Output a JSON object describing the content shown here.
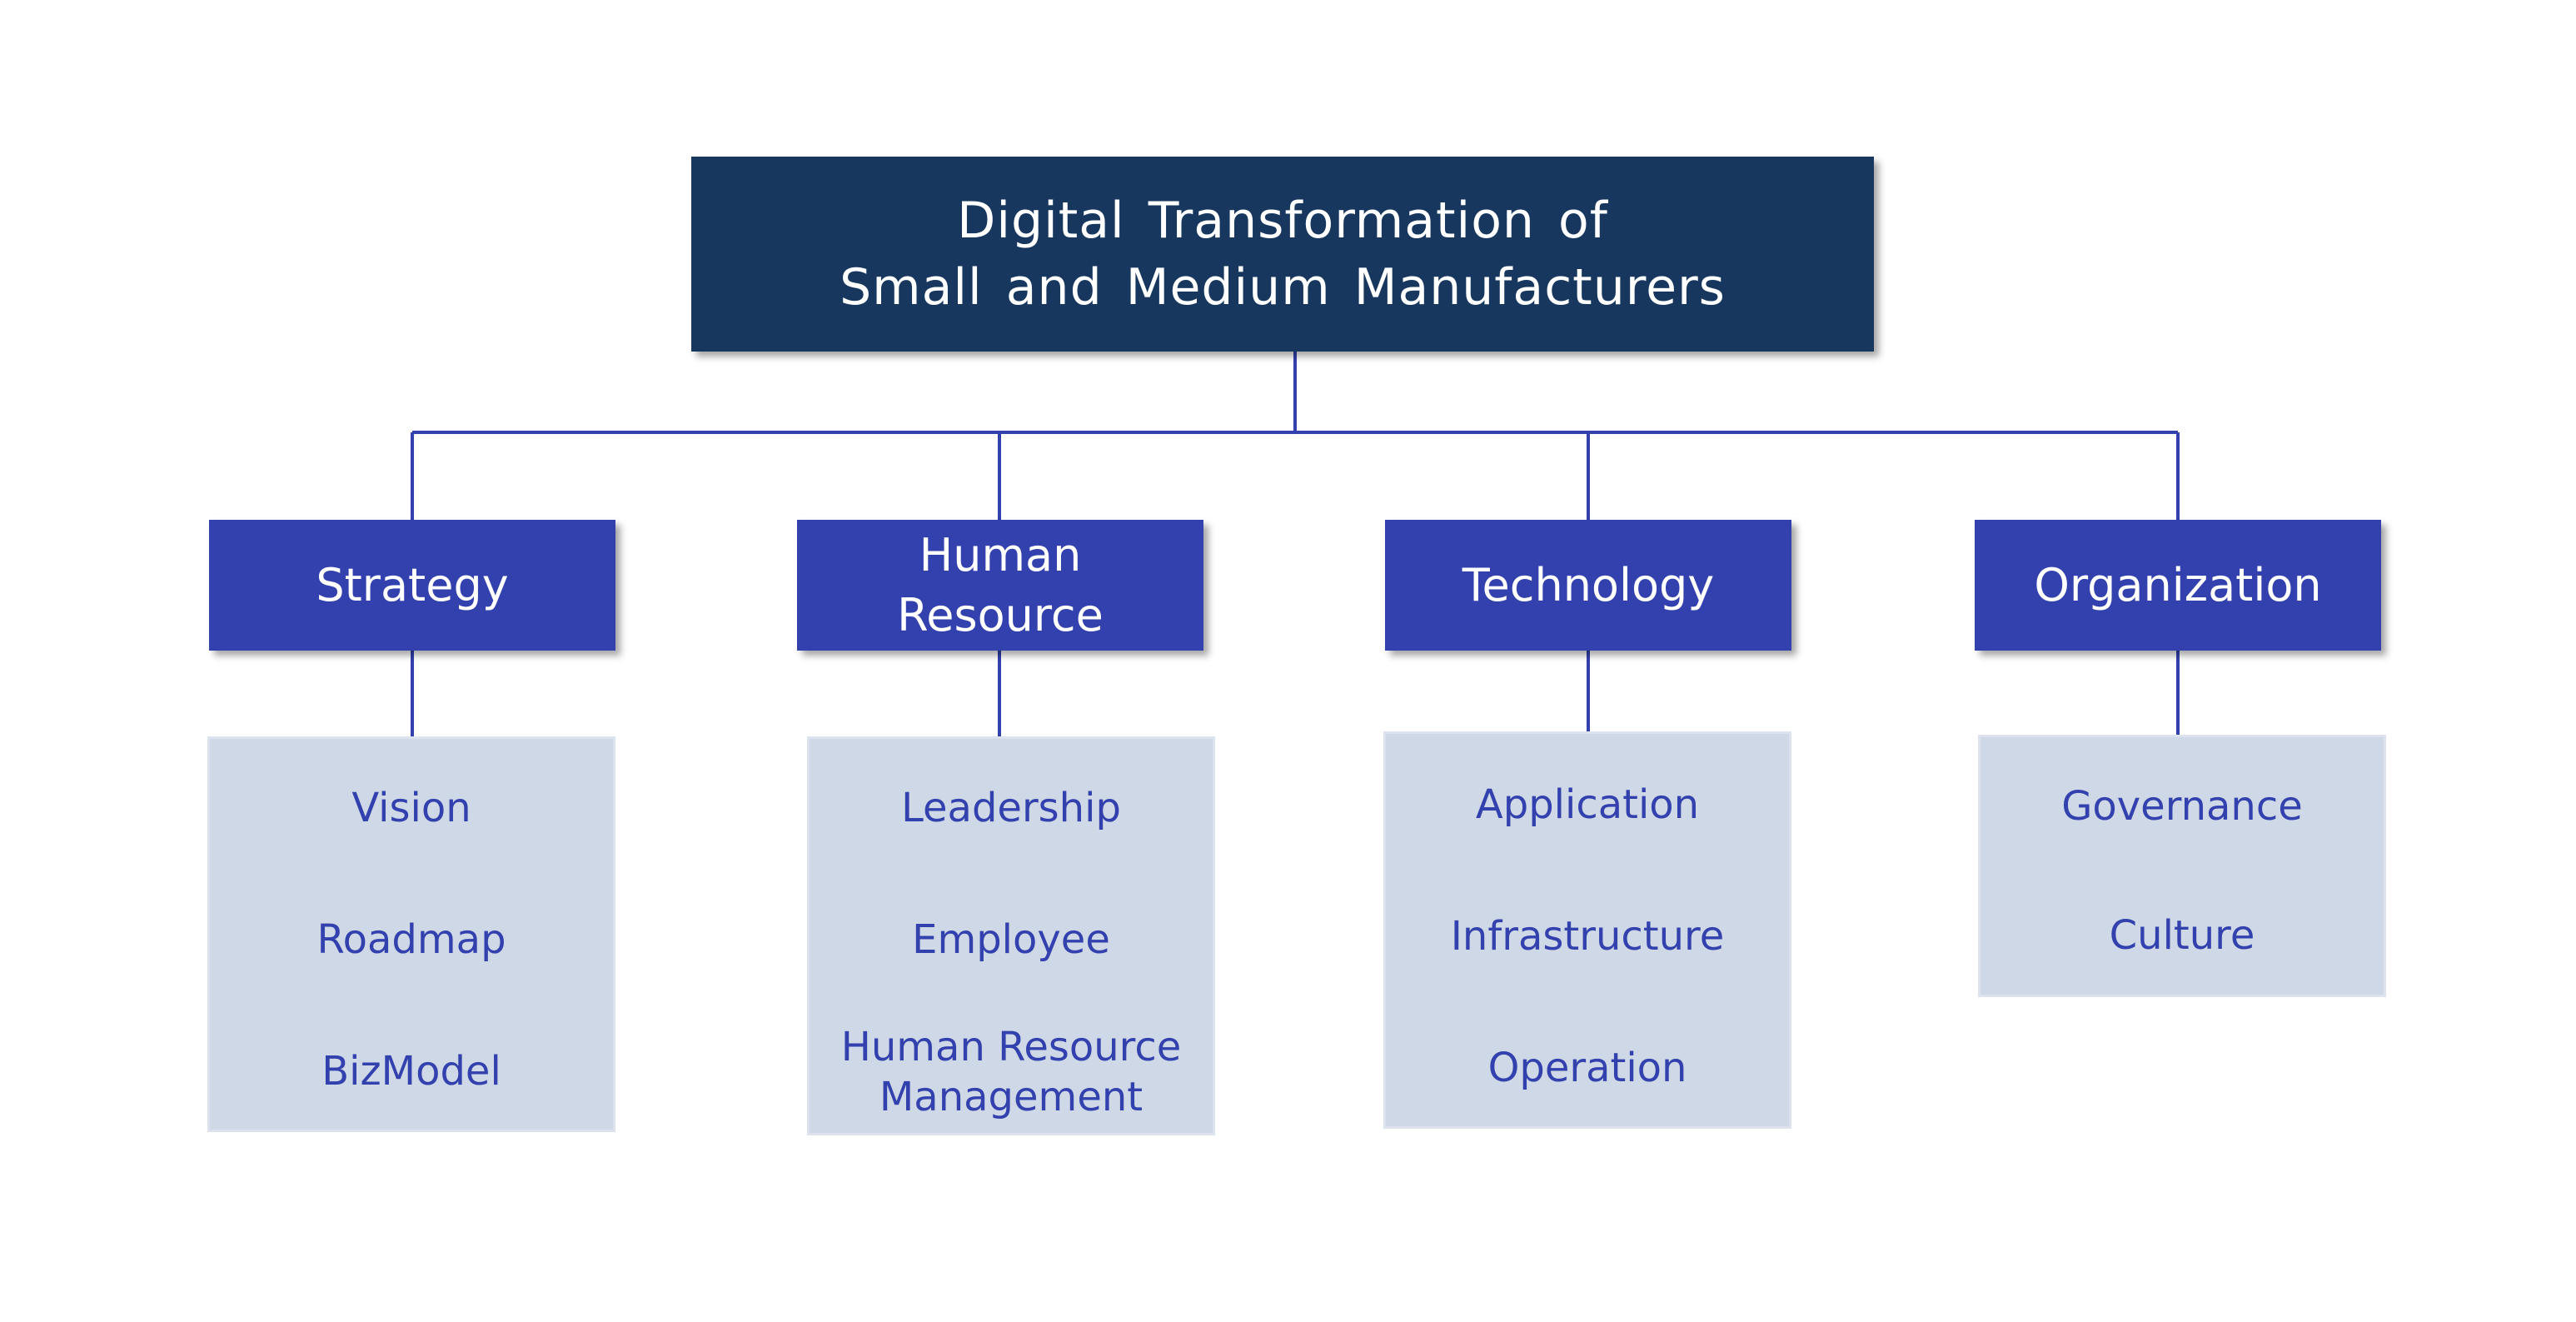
{
  "root": {
    "line1": "Digital Transformation of",
    "line2": "Small and Medium Manufacturers"
  },
  "categories": [
    {
      "label_lines": [
        "Strategy"
      ],
      "items": [
        {
          "lines": [
            "Vision"
          ]
        },
        {
          "lines": [
            "Roadmap"
          ]
        },
        {
          "lines": [
            "BizModel"
          ]
        }
      ]
    },
    {
      "label_lines": [
        "Human",
        "Resource"
      ],
      "items": [
        {
          "lines": [
            "Leadership"
          ]
        },
        {
          "lines": [
            "Employee"
          ]
        },
        {
          "lines": [
            "Human Resource",
            "Management"
          ]
        }
      ]
    },
    {
      "label_lines": [
        "Technology"
      ],
      "items": [
        {
          "lines": [
            "Application"
          ]
        },
        {
          "lines": [
            "Infrastructure"
          ]
        },
        {
          "lines": [
            "Operation"
          ]
        }
      ]
    },
    {
      "label_lines": [
        "Organization"
      ],
      "items": [
        {
          "lines": [
            "Governance"
          ]
        },
        {
          "lines": [
            "Culture"
          ]
        }
      ]
    }
  ],
  "colors": {
    "root_fill": "#17375e",
    "category_fill": "#3341ae",
    "subbox_fill": "#cfd8e6",
    "connector": "#3341ae",
    "item_text": "#3341ae"
  }
}
